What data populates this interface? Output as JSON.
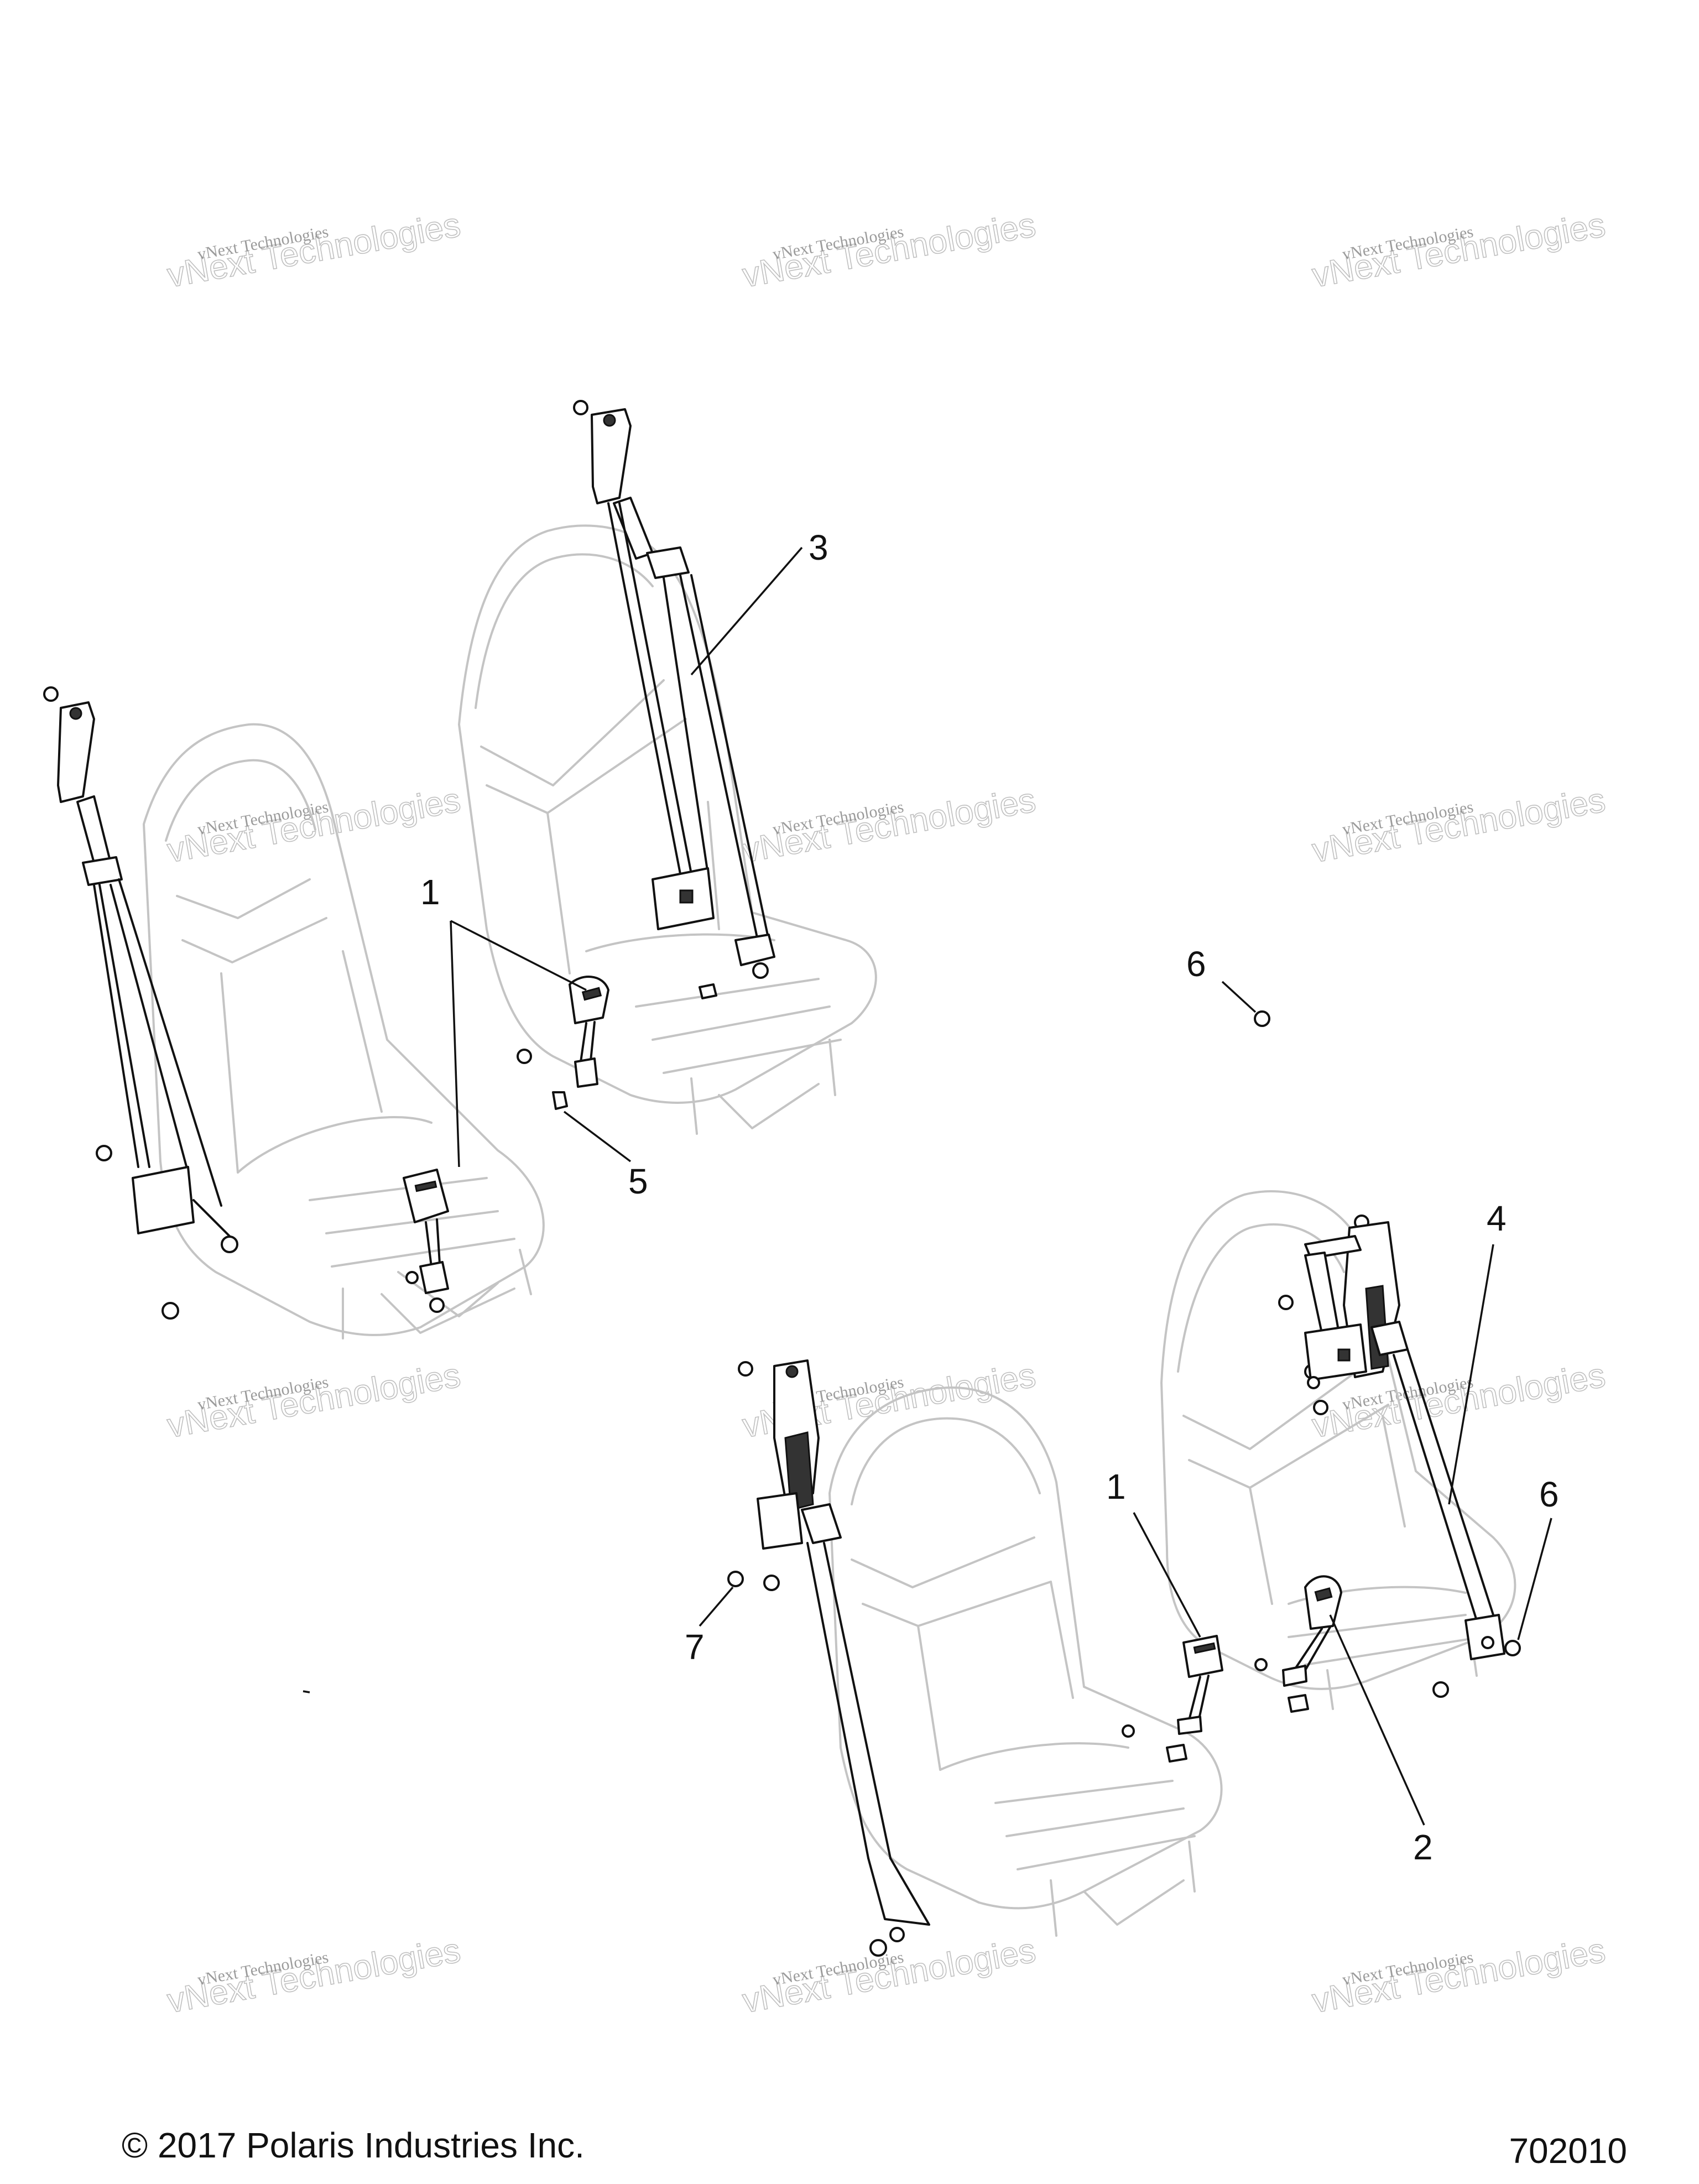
{
  "callouts": [
    {
      "id": "c1a",
      "label": "1"
    },
    {
      "id": "c3",
      "label": "3"
    },
    {
      "id": "c5",
      "label": "5"
    },
    {
      "id": "c6a",
      "label": "6"
    },
    {
      "id": "c4",
      "label": "4"
    },
    {
      "id": "c6b",
      "label": "6"
    },
    {
      "id": "c1b",
      "label": "1"
    },
    {
      "id": "c7",
      "label": "7"
    },
    {
      "id": "c2",
      "label": "2"
    }
  ],
  "watermark": {
    "line1": "vNext Technologies",
    "line2": "vNext Technologies"
  },
  "footer": {
    "copyright": "© 2017 Polaris Industries Inc.",
    "figure_number": "702010"
  }
}
